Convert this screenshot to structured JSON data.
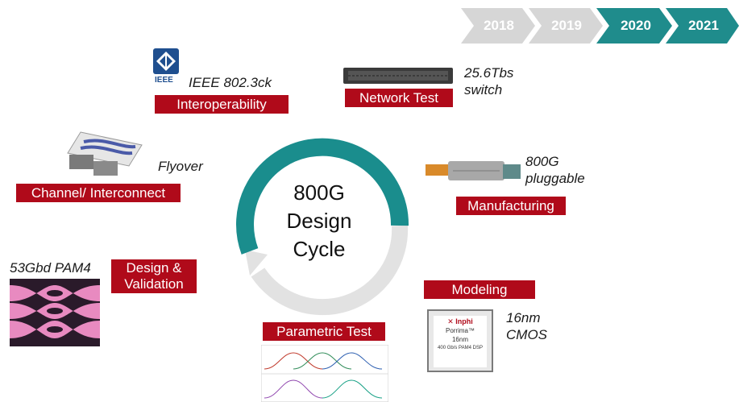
{
  "timeline": {
    "years": [
      "2018",
      "2019",
      "2020",
      "2021"
    ],
    "active_color": "#1f8c8c",
    "inactive_color": "#d6d6d6"
  },
  "cycle": {
    "title_line1": "800G",
    "title_line2": "Design",
    "title_line3": "Cycle",
    "progress_color": "#1a8d8d",
    "remaining_color": "#e2e2e2"
  },
  "stages": {
    "interoperability": "Interoperability",
    "network_test": "Network Test",
    "channel": "Channel/ Interconnect",
    "manufacturing": "Manufacturing",
    "design_validation_line1": "Design &",
    "design_validation_line2": "Validation",
    "modeling": "Modeling",
    "parametric_test": "Parametric Test"
  },
  "captions": {
    "ieee": "IEEE 802.3ck",
    "switch_line1": "25.6Tbs",
    "switch_line2": "switch",
    "flyover": "Flyover",
    "pluggable_line1": "800G",
    "pluggable_line2": "pluggable",
    "pam4": "53Gbd PAM4",
    "cmos_line1": "16nm",
    "cmos_line2": "CMOS"
  },
  "logos": {
    "ieee_text": "IEEE",
    "inphi_brand": "Inphi",
    "porrima": "Porrima™",
    "chip_node": "16nm",
    "chip_desc": "400 Gb/s PAM4 DSP"
  },
  "accent_red": "#b00a1a"
}
